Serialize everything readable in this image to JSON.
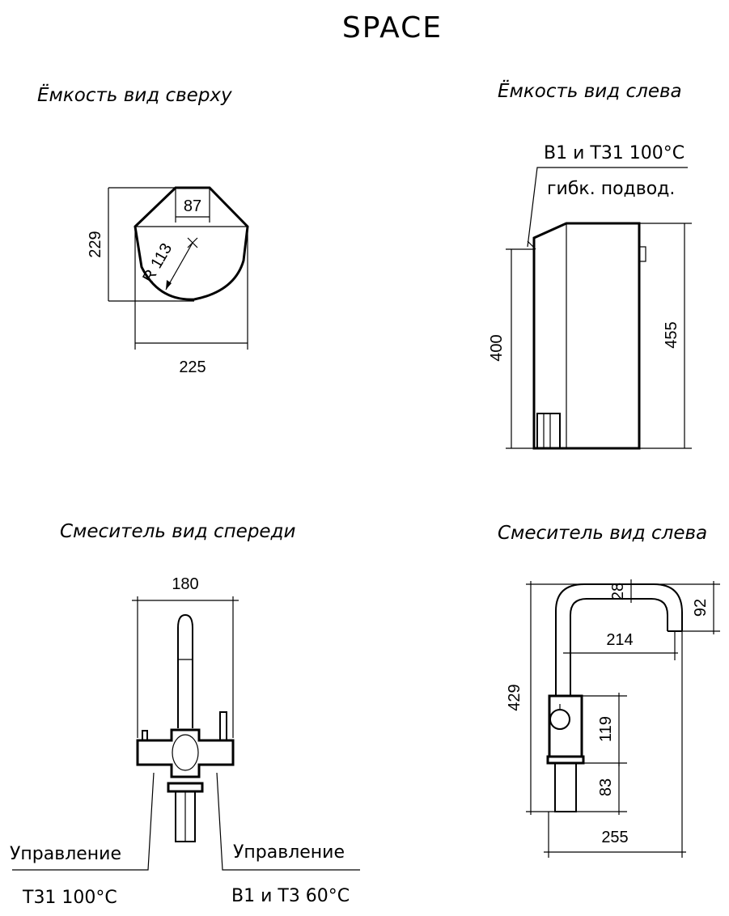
{
  "title": "SPACE",
  "views": {
    "tank_top": {
      "heading": "Ёмкость вид сверху",
      "height": "229",
      "width": "225",
      "top_width": "87",
      "radius": "R 113"
    },
    "tank_left": {
      "heading": "Ёмкость вид слева",
      "note_line1": "В1 и Т31 100°С",
      "note_line2": "гибк. подвод.",
      "height_outer": "400",
      "height_inner": "455"
    },
    "mixer_front": {
      "heading": "Смеситель вид спереди",
      "width": "180",
      "left_label": "Управление",
      "left_value": "Т31 100°С",
      "right_label": "Управление",
      "right_value": "В1 и Т3 60°С"
    },
    "mixer_left": {
      "heading": "Смеситель вид слева",
      "total_height": "429",
      "spout_top": "28",
      "spout_drop": "92",
      "reach": "214",
      "body_height": "119",
      "stem_height": "83",
      "base_width": "255"
    }
  }
}
